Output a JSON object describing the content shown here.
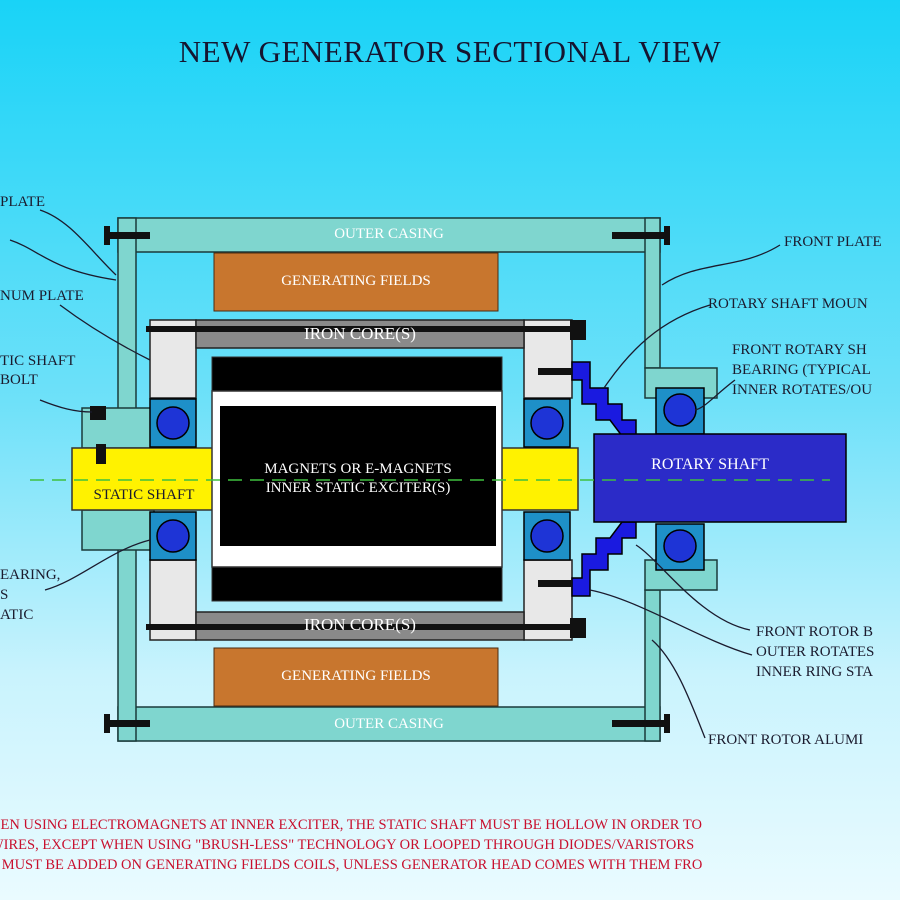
{
  "title": "NEW GENERATOR SECTIONAL VIEW",
  "components": {
    "outer_casing_top": "OUTER CASING",
    "outer_casing_bottom": "OUTER CASING",
    "generating_fields_top": "GENERATING FIELDS",
    "generating_fields_bottom": "GENERATING FIELDS",
    "iron_core_top": "IRON CORE(S)",
    "iron_core_bottom": "IRON CORE(S)",
    "exciter_line1": "MAGNETS OR E-MAGNETS",
    "exciter_line2": "INNER STATIC EXCITER(S)",
    "static_shaft": "STATIC SHAFT",
    "rotary_shaft": "ROTARY SHAFT"
  },
  "callouts": {
    "left": [
      "PLATE",
      "NUM PLATE",
      "TIC SHAFT",
      "BOLT",
      "EARING,",
      "S",
      "ATIC"
    ],
    "right": [
      "FRONT PLATE",
      "ROTARY SHAFT MOUN",
      "FRONT ROTARY SH",
      "BEARING (TYPICAL",
      "INNER ROTATES/OU",
      "FRONT ROTOR B",
      "OUTER ROTATES",
      "INNER RING STA",
      "FRONT ROTOR ALUMI"
    ]
  },
  "notes": [
    "HEN USING ELECTROMAGNETS AT INNER EXCITER, THE STATIC SHAFT MUST BE HOLLOW IN ORDER TO",
    "WIRES, EXCEPT WHEN USING \"BRUSH-LESS\" TECHNOLOGY OR LOOPED THROUGH DIODES/VARISTORS",
    "S MUST BE ADDED ON GENERATING FIELDS COILS, UNLESS GENERATOR HEAD COMES WITH THEM FRO"
  ],
  "colors": {
    "casing": "#7fd6cf",
    "fields": "#c8762e",
    "core": "#8a8a8a",
    "exciter": "#000000",
    "static_shaft": "#fff200",
    "rotary_shaft": "#2b2bc8",
    "bearing": "#1e34d6",
    "mount": "#1a1ae0",
    "note_text": "#c8102e"
  }
}
